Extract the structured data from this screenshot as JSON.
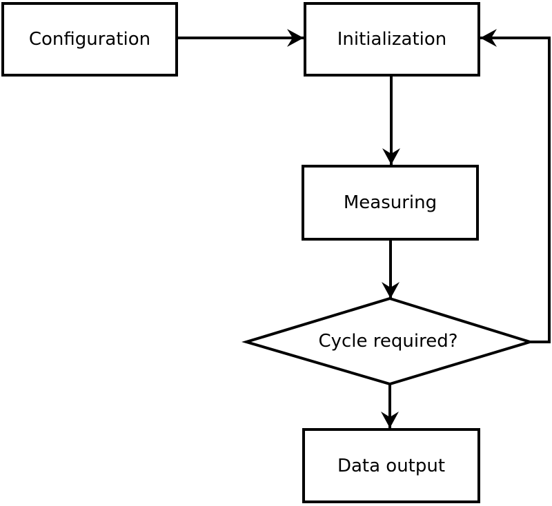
{
  "flowchart": {
    "nodes": {
      "configuration": {
        "label": "Configuration",
        "shape": "rectangle"
      },
      "initialization": {
        "label": "Initialization",
        "shape": "rectangle"
      },
      "measuring": {
        "label": "Measuring",
        "shape": "rectangle"
      },
      "cycle_required": {
        "label": "Cycle required?",
        "shape": "diamond"
      },
      "data_output": {
        "label": "Data output",
        "shape": "rectangle"
      }
    },
    "edges": [
      {
        "from": "configuration",
        "to": "initialization",
        "type": "arrow"
      },
      {
        "from": "initialization",
        "to": "measuring",
        "type": "arrow"
      },
      {
        "from": "measuring",
        "to": "cycle_required",
        "type": "arrow"
      },
      {
        "from": "cycle_required",
        "to": "data_output",
        "type": "arrow"
      },
      {
        "from": "cycle_required",
        "to": "initialization",
        "type": "loop-back-arrow"
      }
    ],
    "colors": {
      "stroke": "#000000",
      "text": "#000000",
      "background": "#ffffff"
    }
  }
}
